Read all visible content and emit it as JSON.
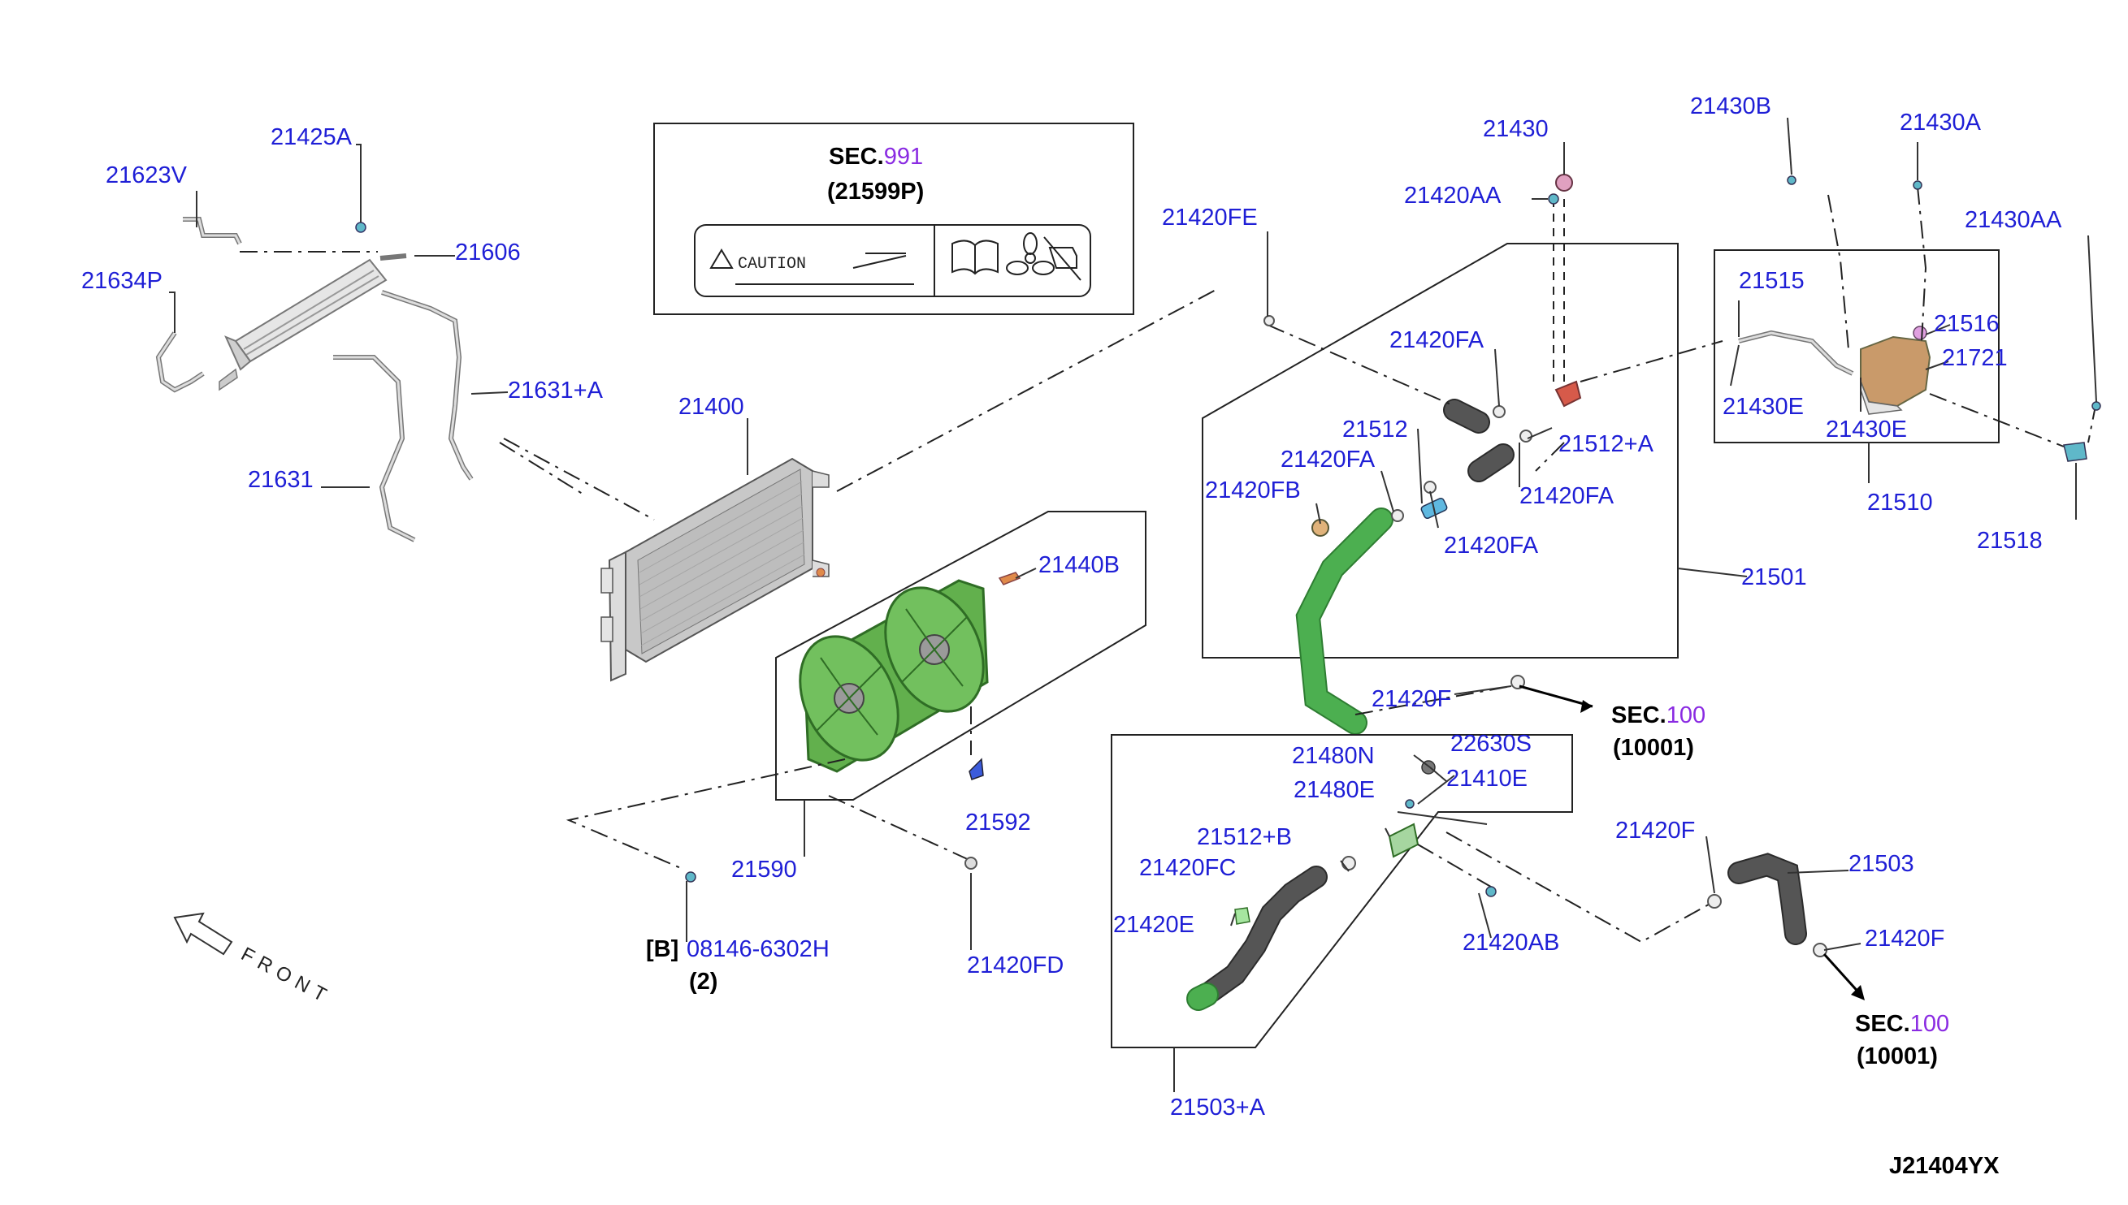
{
  "labels": {
    "p21425A": "21425A",
    "p21623V": "21623V",
    "p21606": "21606",
    "p21634P": "21634P",
    "p21631A": "21631+A",
    "p21631": "21631",
    "p21400": "21400",
    "p21440B": "21440B",
    "p21592": "21592",
    "p21590": "21590",
    "p08146": "08146-6302H",
    "p08146_b": "[B]",
    "p08146_qty": "(2)",
    "p21420FD": "21420FD",
    "p21420FE": "21420FE",
    "p21430": "21430",
    "p21420AA": "21420AA",
    "p21420FA_1": "21420FA",
    "p21512": "21512",
    "p21420FA_2": "21420FA",
    "p21420FB": "21420FB",
    "p21512A": "21512+A",
    "p21420FA_3": "21420FA",
    "p21420FA_4": "21420FA",
    "p21501": "21501",
    "p21420F_1": "21420F",
    "p21430B": "21430B",
    "p21430A": "21430A",
    "p21430AA": "21430AA",
    "p21515": "21515",
    "p21516": "21516",
    "p21721": "21721",
    "p21430E_1": "21430E",
    "p21430E_2": "21430E",
    "p21510": "21510",
    "p21518": "21518",
    "p21480N": "21480N",
    "p22630S": "22630S",
    "p21480E": "21480E",
    "p21410E": "21410E",
    "p21512B": "21512+B",
    "p21420FC": "21420FC",
    "p21420E": "21420E",
    "p21420AB": "21420AB",
    "p21503A": "21503+A",
    "p21420F_2": "21420F",
    "p21503": "21503",
    "p21420F_3": "21420F",
    "front": "FRONT",
    "drawing_id": "J21404YX"
  },
  "sec991": {
    "prefix": "SEC.",
    "num": "991",
    "sub": "(21599P)",
    "caution": "CAUTION"
  },
  "sec100a": {
    "prefix": "SEC.",
    "num": "100",
    "sub": "(10001)"
  },
  "sec100b": {
    "prefix": "SEC.",
    "num": "100",
    "sub": "(10001)"
  },
  "colors": {
    "label": "#1f1fd6",
    "sec_number": "#8a2be2",
    "hose": "#4caf50"
  }
}
